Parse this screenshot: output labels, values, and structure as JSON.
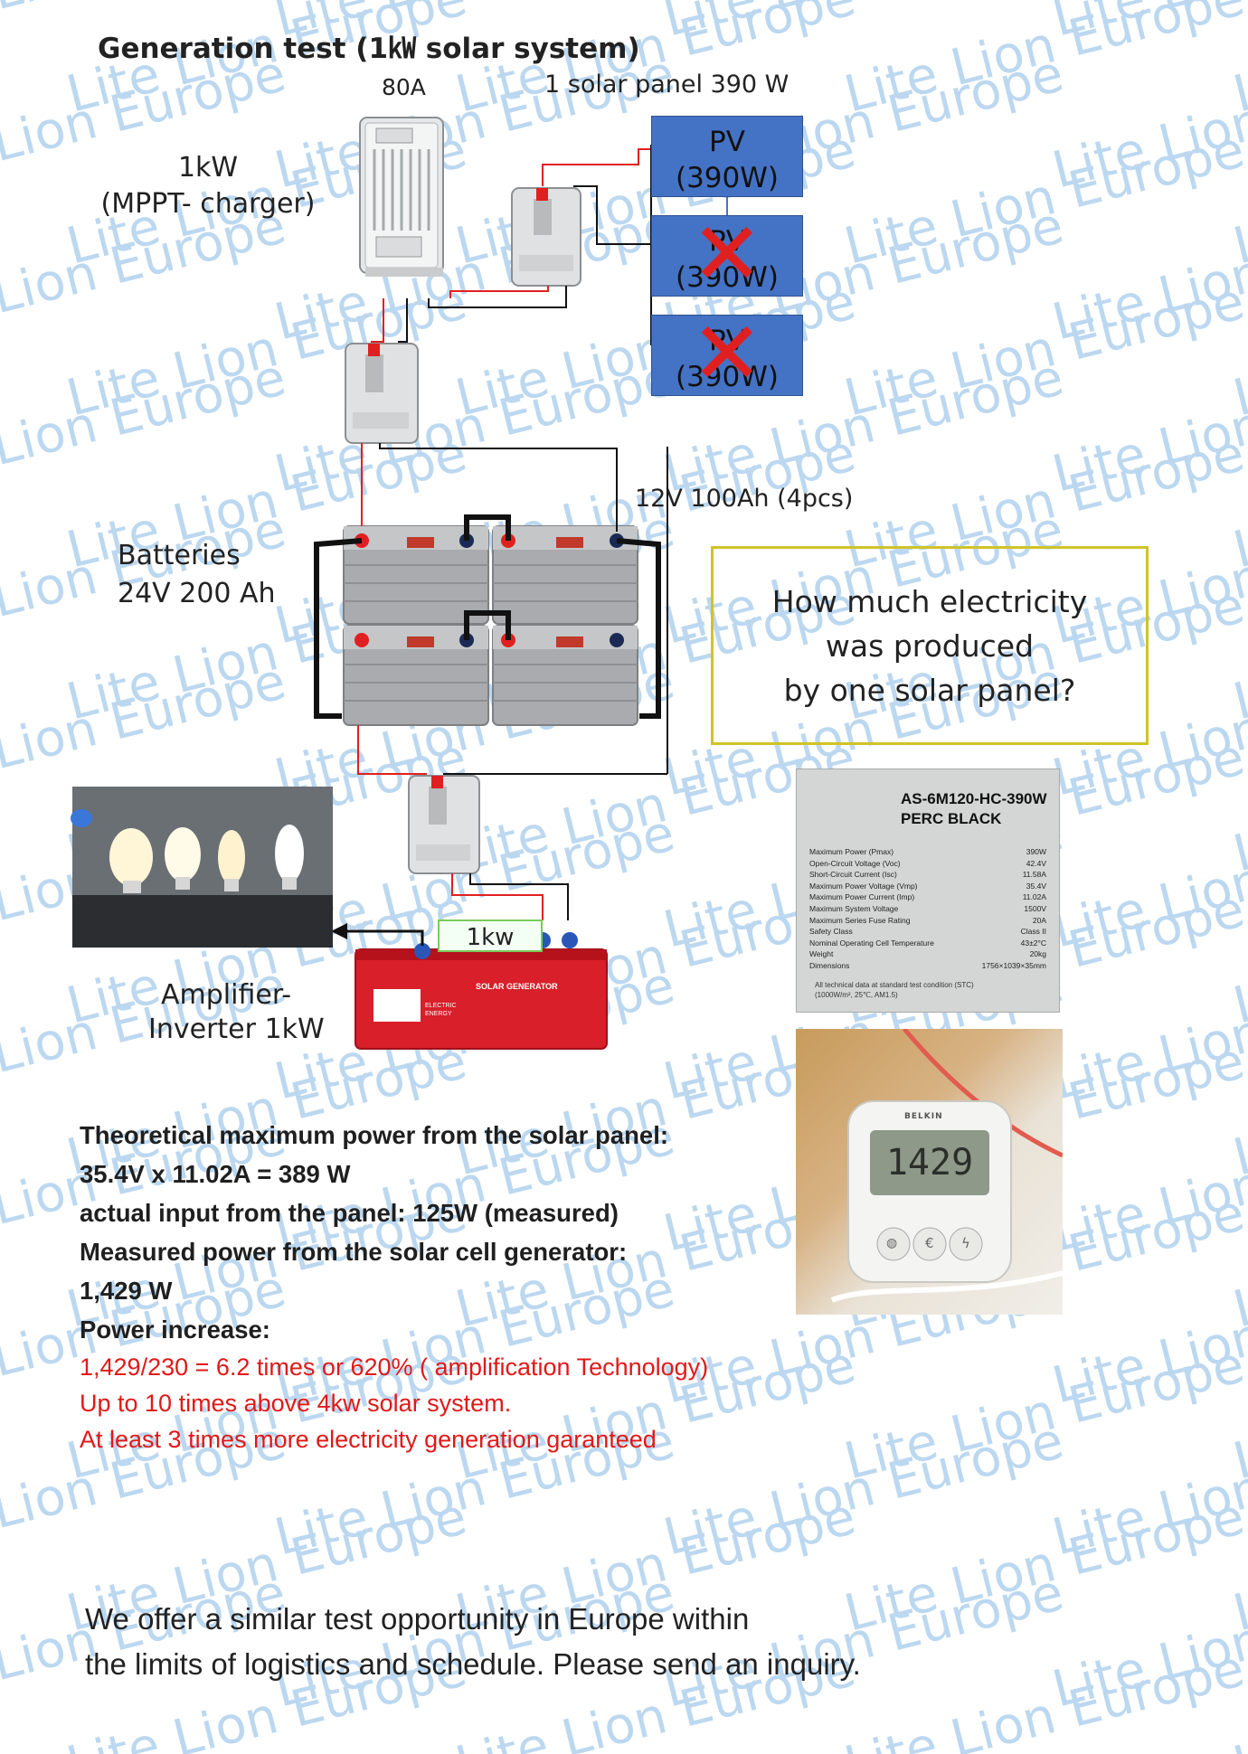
{
  "title": "Generation test (1㎾ solar system)",
  "watermark_text": "Lite Lion Europe",
  "labels": {
    "breaker_rating": "80A",
    "solar_panel": "1 solar panel 390 W",
    "charger_line1": "1kW",
    "charger_line2": "(MPPT- charger)",
    "battery_spec": "12V 100Ah (4pcs)",
    "batteries_line1": "Batteries",
    "batteries_line2": "24V 200 Ah",
    "inverter_line1": "Amplifier-",
    "inverter_line2": "Inverter 1kW"
  },
  "pv_panels": [
    {
      "name": "PV",
      "rating": "(390W)",
      "crossed": false
    },
    {
      "name": "PV",
      "rating": "(390W)",
      "crossed": true
    },
    {
      "name": "PV",
      "rating": "(390W)",
      "crossed": true
    }
  ],
  "question": [
    "How much electricity",
    "was produced",
    "by one solar panel?"
  ],
  "inverter": {
    "display": "1kw",
    "label": "SOLAR GENERATOR",
    "side_label_1": "ELECTRIC",
    "side_label_2": "ENERGY"
  },
  "panel_spec": {
    "model_line1": "AS-6M120-HC-390W",
    "model_line2": "PERC BLACK",
    "rows": [
      {
        "k": "Maximum Power (Pmax)",
        "v": "390W"
      },
      {
        "k": "Open-Circuit Voltage (Voc)",
        "v": "42.4V"
      },
      {
        "k": "Short-Circuit Current (Isc)",
        "v": "11.58A"
      },
      {
        "k": "Maximum Power Voltage (Vmp)",
        "v": "35.4V"
      },
      {
        "k": "Maximum Power Current (Imp)",
        "v": "11.02A"
      },
      {
        "k": "Maximum System Voltage",
        "v": "1500V"
      },
      {
        "k": "Maximum Series Fuse Rating",
        "v": "20A"
      },
      {
        "k": "Safety Class",
        "v": "Class II"
      },
      {
        "k": "Nominal Operating Cell Temperature",
        "v": "43±2°C"
      },
      {
        "k": "Weight",
        "v": "20kg"
      },
      {
        "k": "Dimensions",
        "v": "1756×1039×35mm"
      }
    ],
    "note_1": "All technical data at standard test condition (STC)",
    "note_2": "(1000W/m², 25℃, AM1.5)"
  },
  "meter": {
    "brand": "BELKIN",
    "reading": "1429"
  },
  "results": {
    "bold_lines": [
      "Theoretical maximum power from the solar panel:",
      "35.4V x 11.02A = 389 W",
      "actual input from the panel: 125W (measured)",
      "Measured power from the solar cell generator:",
      "1,429 W",
      "Power increase:"
    ],
    "red_lines": [
      "1,429/230 = 6.2 times or 620% ( amplification Technology)",
      "Up to 10 times above 4kw solar system.",
      "At least 3 times more electricity generation garanteed"
    ]
  },
  "footer": [
    "We offer a similar test opportunity in Europe within",
    "the limits of logistics and schedule. Please send an inquiry."
  ],
  "colors": {
    "wire_positive": "#e02020",
    "wire_negative": "#111111",
    "pv_fill": "#4472c4",
    "question_border": "#cfc32a",
    "watermark": "#bcd8f0",
    "inverter_body": "#d81f2a"
  }
}
